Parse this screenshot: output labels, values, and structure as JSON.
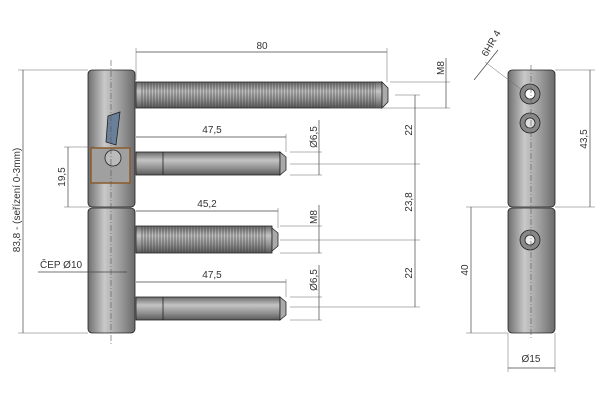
{
  "drawing": {
    "dimensions": {
      "screw_length": "80",
      "pin1_length": "47,5",
      "screw2_length": "45,2",
      "pin2_length": "47,5",
      "thread_top": "M8",
      "pin1_diameter": "Ø6,5",
      "thread_second": "M8",
      "pin2_diameter": "Ø6,5",
      "spacing_1": "22",
      "spacing_2": "23,8",
      "spacing_3": "22",
      "offset": "19,5",
      "total_height": "83,8 - (seřízení 0-3mm)",
      "pin_label": "ČEP Ø10",
      "upper_height": "43,5",
      "lower_height": "40",
      "body_diameter": "Ø15",
      "hex_key": "6HR 4"
    },
    "colors": {
      "body": "#9a9a9a",
      "section_brown": "#8a5a2b",
      "lines": "#444444"
    }
  }
}
